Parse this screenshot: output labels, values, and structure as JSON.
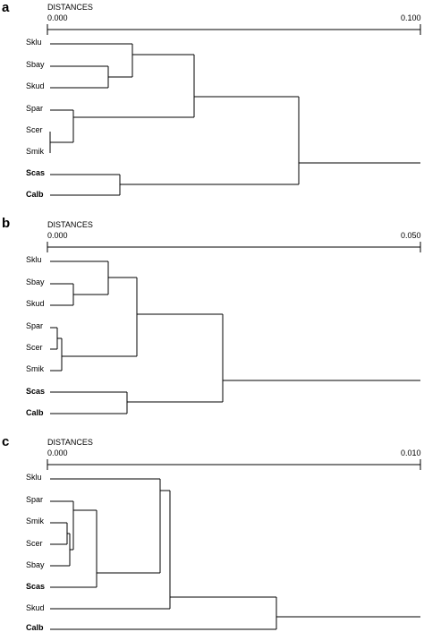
{
  "panels": [
    {
      "letter": "a",
      "scale": {
        "title": "DISTANCES",
        "min_label": "0.000",
        "max_label": "0.100"
      },
      "taxa": [
        {
          "name": "Sklu",
          "bold": false
        },
        {
          "name": "Sbay",
          "bold": false
        },
        {
          "name": "Skud",
          "bold": false
        },
        {
          "name": "Spar",
          "bold": false
        },
        {
          "name": "Scer",
          "bold": false
        },
        {
          "name": "Smik",
          "bold": false
        },
        {
          "name": "Scas",
          "bold": true
        },
        {
          "name": "Calb",
          "bold": true
        }
      ]
    },
    {
      "letter": "b",
      "scale": {
        "title": "DISTANCES",
        "min_label": "0.000",
        "max_label": "0.050"
      },
      "taxa": [
        {
          "name": "Sklu",
          "bold": false
        },
        {
          "name": "Sbay",
          "bold": false
        },
        {
          "name": "Skud",
          "bold": false
        },
        {
          "name": "Spar",
          "bold": false
        },
        {
          "name": "Scer",
          "bold": false
        },
        {
          "name": "Smik",
          "bold": false
        },
        {
          "name": "Scas",
          "bold": true
        },
        {
          "name": "Calb",
          "bold": true
        }
      ]
    },
    {
      "letter": "c",
      "scale": {
        "title": "DISTANCES",
        "min_label": "0.000",
        "max_label": "0.010"
      },
      "taxa": [
        {
          "name": "Sklu",
          "bold": false
        },
        {
          "name": "Spar",
          "bold": false
        },
        {
          "name": "Smik",
          "bold": false
        },
        {
          "name": "Scer",
          "bold": false
        },
        {
          "name": "Sbay",
          "bold": false
        },
        {
          "name": "Scas",
          "bold": true
        },
        {
          "name": "Skud",
          "bold": false
        },
        {
          "name": "Calb",
          "bold": true
        }
      ]
    }
  ]
}
